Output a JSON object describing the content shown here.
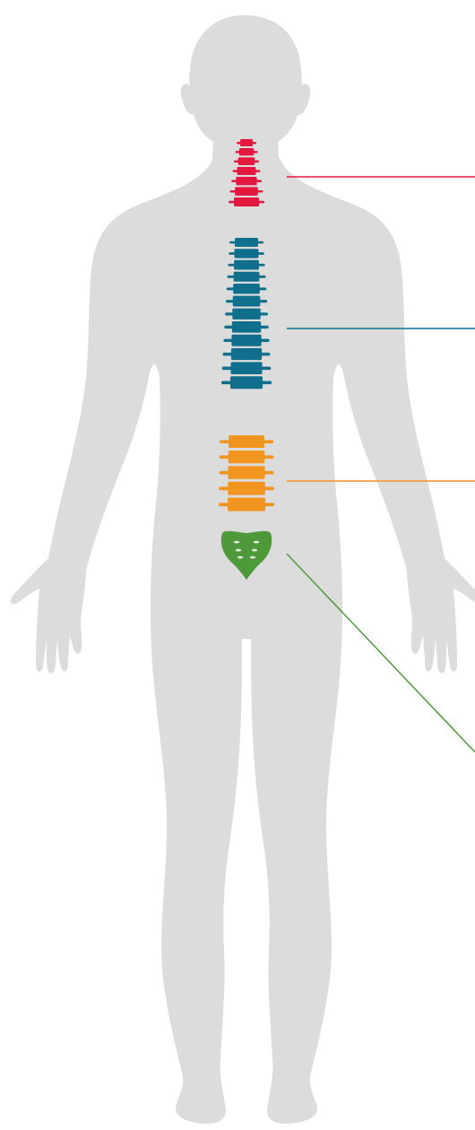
{
  "diagram": {
    "body_color": "#dcdcdc",
    "regions": [
      {
        "id": "cervical",
        "color": "#e4173f",
        "vertebrae_count": 7,
        "shape": "vertebra"
      },
      {
        "id": "thoracic",
        "color": "#0f6f8c",
        "vertebrae_count": 12,
        "shape": "vertebra"
      },
      {
        "id": "lumbar",
        "color": "#f29420",
        "vertebrae_count": 5,
        "shape": "vertebra"
      },
      {
        "id": "sacral",
        "color": "#4e9a3a",
        "vertebrae_count": 1,
        "shape": "sacrum"
      }
    ],
    "labels": []
  }
}
